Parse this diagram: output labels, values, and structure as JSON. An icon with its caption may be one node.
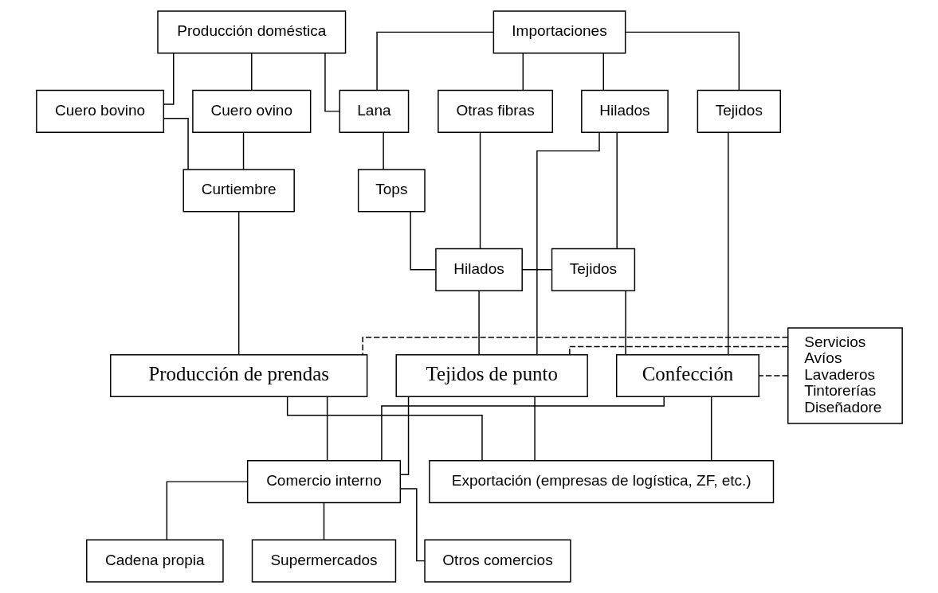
{
  "diagram": {
    "nodes": [
      {
        "text": [
          "Producción doméstica"
        ]
      },
      {
        "text": [
          "Importaciones"
        ]
      },
      {
        "text": [
          "Cuero bovino"
        ]
      },
      {
        "text": [
          "Cuero ovino"
        ]
      },
      {
        "text": [
          "Lana"
        ]
      },
      {
        "text": [
          "Otras fibras"
        ]
      },
      {
        "text": [
          "Hilados"
        ]
      },
      {
        "text": [
          "Tejidos"
        ]
      },
      {
        "text": [
          "Curtiembre"
        ]
      },
      {
        "text": [
          "Tops"
        ]
      },
      {
        "text": [
          "Hilados"
        ]
      },
      {
        "text": [
          "Tejidos"
        ]
      },
      {
        "text": [
          "Servicios",
          "Avíos",
          "Lavaderos",
          "Tintorerías",
          "Diseñadore"
        ]
      },
      {
        "text": [
          "Producción de prendas"
        ]
      },
      {
        "text": [
          "Tejidos de punto"
        ]
      },
      {
        "text": [
          "Confección"
        ]
      },
      {
        "text": [
          "Comercio interno"
        ]
      },
      {
        "text": [
          "Exportación (empresas de logística, ZF, etc.)"
        ]
      },
      {
        "text": [
          "Cadena propia"
        ]
      },
      {
        "text": [
          "Supermercados"
        ]
      },
      {
        "text": [
          "Otros comercios"
        ]
      }
    ],
    "edges": [
      {
        "from": 0,
        "to": 2,
        "arrow": "none"
      },
      {
        "from": 0,
        "to": 3,
        "arrow": "none"
      },
      {
        "from": 0,
        "to": 4,
        "arrow": "none"
      },
      {
        "from": 1,
        "to": 4,
        "arrow": "none"
      },
      {
        "from": 1,
        "to": 5,
        "arrow": "none"
      },
      {
        "from": 1,
        "to": 6,
        "arrow": "none"
      },
      {
        "from": 1,
        "to": 7,
        "arrow": "none"
      },
      {
        "from": 2,
        "to": 8,
        "arrow": "none"
      },
      {
        "from": 3,
        "to": 8,
        "arrow": "none"
      },
      {
        "from": 4,
        "to": 9,
        "arrow": "none"
      },
      {
        "from": 9,
        "to": 10,
        "arrow": "none"
      },
      {
        "from": 5,
        "to": 10,
        "arrow": "none"
      },
      {
        "from": 6,
        "to": 11,
        "arrow": "none"
      },
      {
        "from": 6,
        "to": 14,
        "arrow": "none"
      },
      {
        "from": 10,
        "to": 11,
        "arrow": "none"
      },
      {
        "from": 8,
        "to": 13,
        "arrow": "none"
      },
      {
        "from": 10,
        "to": 14,
        "arrow": "none"
      },
      {
        "from": 11,
        "to": 15,
        "arrow": "none"
      },
      {
        "from": 7,
        "to": 15,
        "arrow": "none"
      },
      {
        "from": 12,
        "to": 13,
        "arrow": "none",
        "style": "dashed"
      },
      {
        "from": 12,
        "to": 14,
        "arrow": "none",
        "style": "dashed"
      },
      {
        "from": 12,
        "to": 15,
        "arrow": "none",
        "style": "dashed"
      },
      {
        "from": 13,
        "to": 16,
        "arrow": "none"
      },
      {
        "from": 13,
        "to": 17,
        "arrow": "none"
      },
      {
        "from": 14,
        "to": 16,
        "arrow": "none"
      },
      {
        "from": 14,
        "to": 17,
        "arrow": "none"
      },
      {
        "from": 15,
        "to": 16,
        "arrow": "none"
      },
      {
        "from": 15,
        "to": 17,
        "arrow": "none"
      },
      {
        "from": 16,
        "to": 18,
        "arrow": "none"
      },
      {
        "from": 16,
        "to": 19,
        "arrow": "none"
      },
      {
        "from": 16,
        "to": 20,
        "arrow": "none"
      }
    ]
  }
}
